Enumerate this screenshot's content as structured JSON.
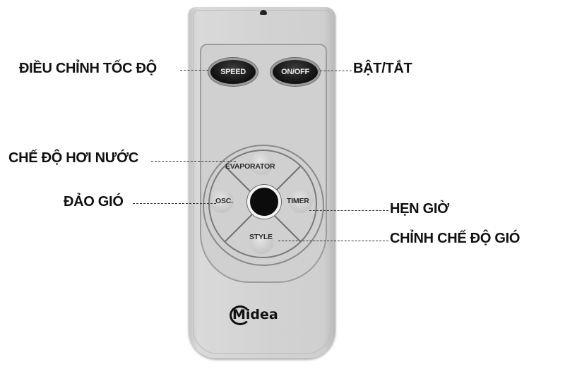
{
  "remote": {
    "brand": "Midea",
    "buttons": {
      "speed": "SPEED",
      "on_off": "ON/OFF",
      "evaporator": "EVAPORATOR",
      "osc": "OSC.",
      "timer": "TIMER",
      "style": "STYLE"
    }
  },
  "callouts": {
    "speed": "ĐIỀU CHỈNH TỐC ĐỘ",
    "on_off": "BẬT/TẮT",
    "evaporator": "CHẾ ĐỘ HƠI NƯỚC",
    "osc": "ĐẢO GIÓ",
    "timer": "HẸN GIỜ",
    "style": "CHỈNH CHẾ ĐỘ GIÓ"
  }
}
